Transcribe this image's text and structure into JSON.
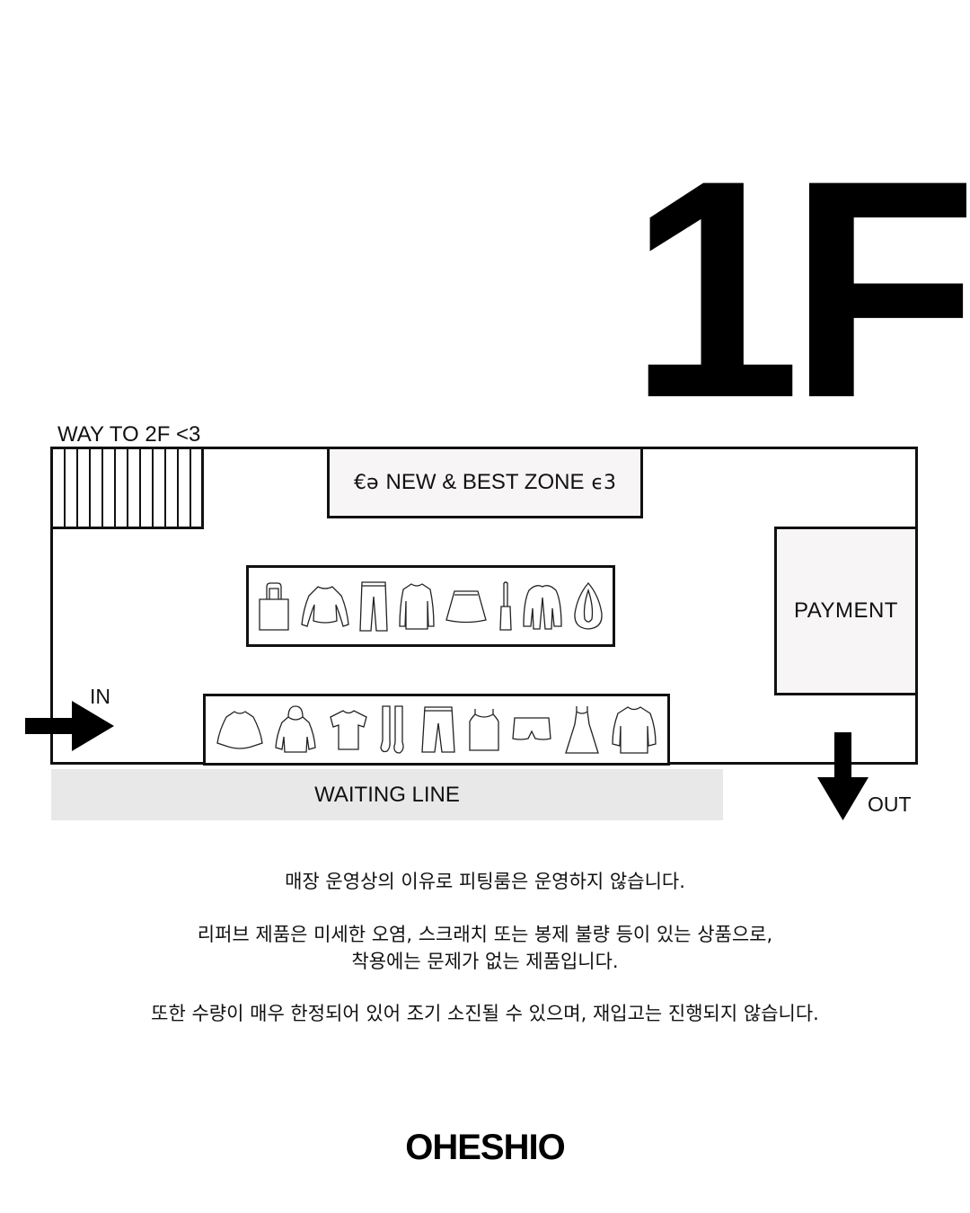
{
  "floor_title": "1F",
  "map": {
    "stairs_label": "WAY TO 2F <3",
    "zone_left_deco": "€ə",
    "zone_label": "NEW & BEST ZONE",
    "zone_right_deco": "ϵ3",
    "payment_label": "PAYMENT",
    "waiting_label": "WAITING LINE",
    "in_label": "IN",
    "out_label": "OUT",
    "top_shelf_icons": [
      "tote-bag-icon",
      "cropped-sweater-icon",
      "wide-pants-icon",
      "long-sleeve-top-icon",
      "mini-skirt-icon",
      "slim-bag-icon",
      "fur-jacket-icon",
      "hobo-bag-icon"
    ],
    "bottom_shelf_icons": [
      "cropped-top-icon",
      "hoodie-icon",
      "tshirt-icon",
      "socks-icon",
      "shorts-icon",
      "tank-top-icon",
      "mini-shorts-icon",
      "dress-icon",
      "oversized-tee-icon"
    ]
  },
  "notice": {
    "line1": "매장 운영상의 이유로 피팅룸은 운영하지 않습니다.",
    "line2": "리퍼브 제품은 미세한 오염, 스크래치 또는 봉제 불량 등이 있는 상품으로,",
    "line3": "착용에는 문제가 없는 제품입니다.",
    "line4": "또한 수량이 매우 한정되어 있어 조기 소진될 수 있으며, 재입고는 진행되지 않습니다."
  },
  "brand": "OHESHIO"
}
